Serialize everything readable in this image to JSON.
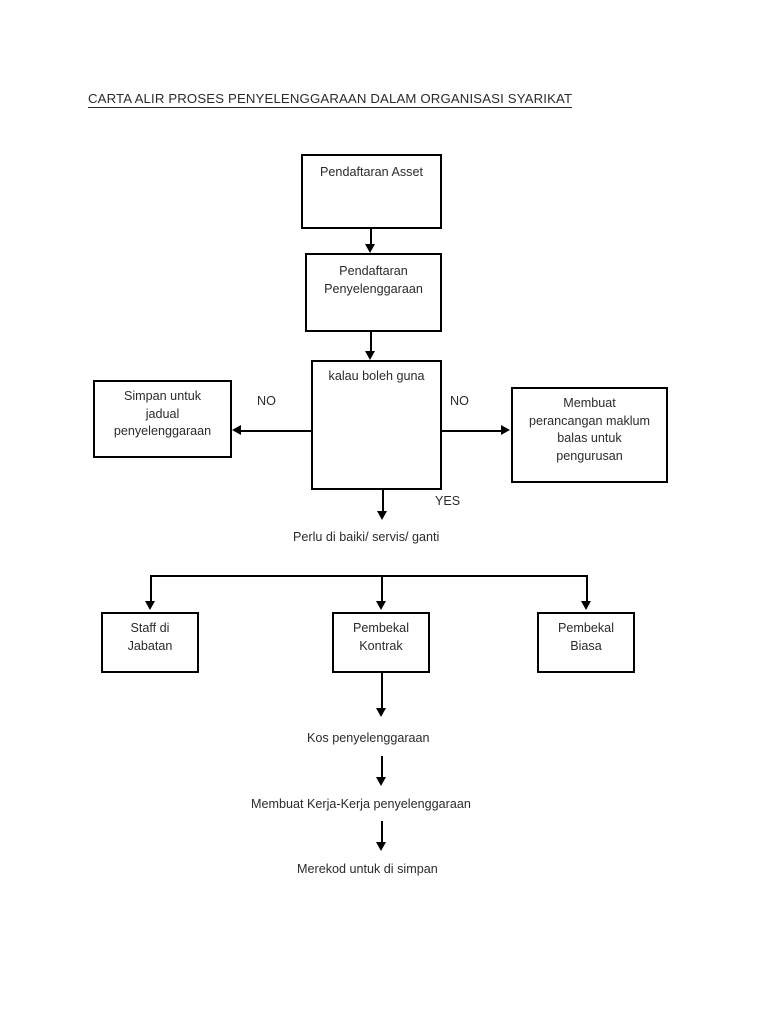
{
  "document": {
    "title": "CARTA ALIR PROSES PENYELENGGARAAN DALAM ORGANISASI SYARIKAT"
  },
  "chart_data": {
    "type": "diagram",
    "diagram_kind": "flowchart",
    "title": "CARTA ALIR PROSES PENYELENGGARAAN DALAM ORGANISASI SYARIKAT",
    "orientation": "top-to-bottom",
    "nodes": [
      {
        "id": "n1",
        "label": "Pendaftaran Asset",
        "shape": "rectangle"
      },
      {
        "id": "n2",
        "label": "Pendaftaran\nPenyelenggaraan",
        "shape": "rectangle"
      },
      {
        "id": "n3",
        "label": "kalau boleh guna",
        "shape": "rectangle"
      },
      {
        "id": "n4",
        "label": "Simpan untuk\njadual\npenyelenggaraan",
        "shape": "rectangle"
      },
      {
        "id": "n5",
        "label": "Membuat\nperancangan maklum\nbalas untuk\npengurusan",
        "shape": "rectangle"
      },
      {
        "id": "n6",
        "label": "Perlu di baiki/ servis/ ganti",
        "shape": "text"
      },
      {
        "id": "n7",
        "label": "Staff di\nJabatan",
        "shape": "rectangle"
      },
      {
        "id": "n8",
        "label": "Pembekal\nKontrak",
        "shape": "rectangle"
      },
      {
        "id": "n9",
        "label": "Pembekal\nBiasa",
        "shape": "rectangle"
      },
      {
        "id": "n10",
        "label": "Kos penyelenggaraan",
        "shape": "text"
      },
      {
        "id": "n11",
        "label": "Membuat Kerja-Kerja penyelenggaraan",
        "shape": "text"
      },
      {
        "id": "n12",
        "label": "Merekod untuk di simpan",
        "shape": "text"
      }
    ],
    "edges": [
      {
        "from": "n1",
        "to": "n2",
        "label": ""
      },
      {
        "from": "n2",
        "to": "n3",
        "label": ""
      },
      {
        "from": "n3",
        "to": "n4",
        "label": "NO"
      },
      {
        "from": "n3",
        "to": "n5",
        "label": "NO"
      },
      {
        "from": "n3",
        "to": "n6",
        "label": "YES"
      },
      {
        "from": "n6",
        "to": "n7",
        "label": ""
      },
      {
        "from": "n6",
        "to": "n8",
        "label": ""
      },
      {
        "from": "n6",
        "to": "n9",
        "label": ""
      },
      {
        "from": "n8",
        "to": "n10",
        "label": ""
      },
      {
        "from": "n10",
        "to": "n11",
        "label": ""
      },
      {
        "from": "n11",
        "to": "n12",
        "label": ""
      }
    ],
    "edge_labels": {
      "no_left": "NO",
      "no_right": "NO",
      "yes": "YES"
    },
    "colors": {
      "stroke": "#000000",
      "text": "#2b2b2b",
      "background": "#ffffff"
    }
  }
}
